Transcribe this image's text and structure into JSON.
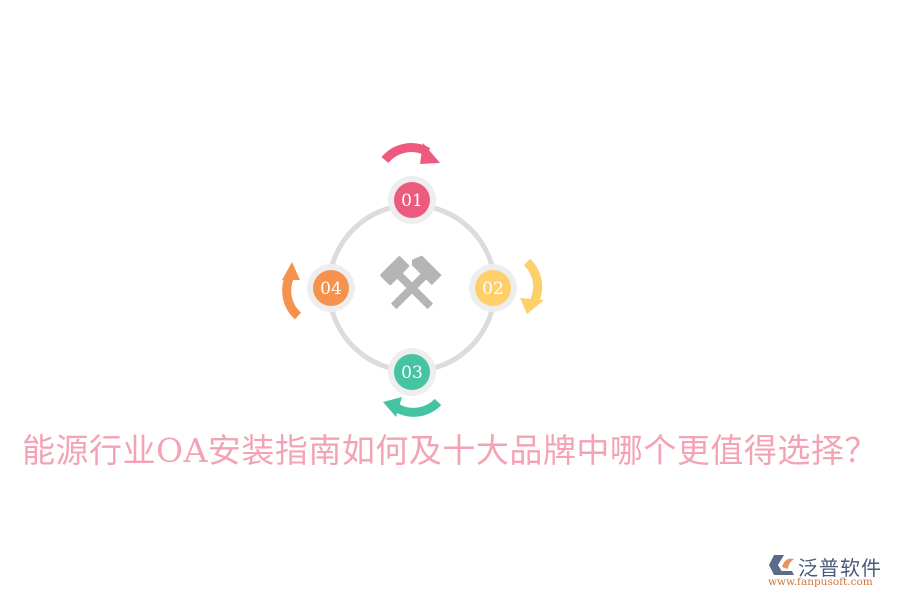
{
  "title": "能源行业OA安装指南如何及十大品牌中哪个更值得选择？",
  "center_icon": "crossed-hammers-icon",
  "nodes": [
    {
      "id": "01",
      "label": "01",
      "color": "#EC5A7E",
      "position": "top"
    },
    {
      "id": "02",
      "label": "02",
      "color": "#FDD06A",
      "position": "right"
    },
    {
      "id": "03",
      "label": "03",
      "color": "#45C4A4",
      "position": "bottom"
    },
    {
      "id": "04",
      "label": "04",
      "color": "#F5934E",
      "position": "left"
    }
  ],
  "colors": {
    "ring": "#DCDCDC",
    "node_background": "#EEEEEE",
    "icon": "#B5B5B5",
    "title": "#F4A3B5"
  },
  "logo": {
    "name": "泛普软件",
    "url": "www.fanpusoft.com"
  }
}
